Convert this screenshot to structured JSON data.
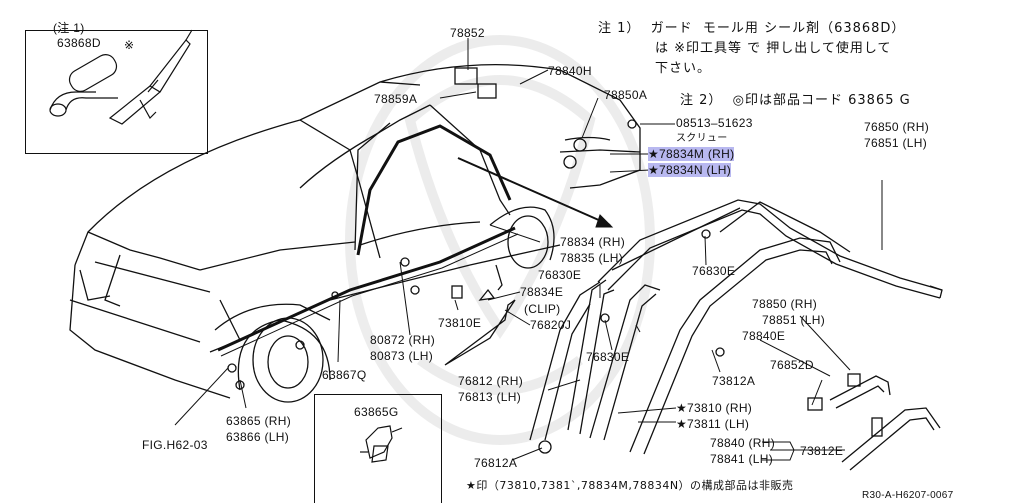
{
  "notes": {
    "note1_line1": "注 1）  ガード  モール用 シール剤（63868D）",
    "note1_line2": "は ※印工具等 で 押し出して使用して",
    "note1_line3": "下さい。",
    "note2": "注 2）  ◎印は部品コード 63865 G",
    "footer": "★印（73810,7381`,78834M,78834N）の構成部品は非販売",
    "ref_code": "R30-A-H6207-0067"
  },
  "inset": {
    "note_label": "(注 1)",
    "part_63868D": "63868D",
    "tool_mark": "※"
  },
  "parts": {
    "p78852": "78852",
    "p78840H": "78840H",
    "p78859A": "78859A",
    "p78850A": "78850A",
    "p08513": "08513–51623",
    "screw": "スクリュー",
    "p78834M": "★78834M (RH)",
    "p78834N": "★78834N (LH)",
    "p76850": "76850 (RH)",
    "p76851": "76851 (LH)",
    "p78834": "78834 (RH)",
    "p78835": "78835 (LH)",
    "p76830E_a": "76830E",
    "p76830E_b": "76830E",
    "p76830E_c": "76830E",
    "p78834E": "78834E",
    "clip": "(CLIP)",
    "p76820J": "76820J",
    "p73810E": "73810E",
    "p80872": "80872 (RH)",
    "p80873": "80873 (LH)",
    "p63867Q": "63867Q",
    "p76812": "76812 (RH)",
    "p76813": "76813 (LH)",
    "p73812A": "73812A",
    "p78850": "78850 (RH)",
    "p78851": "78851 (LH)",
    "p78840E": "78840E",
    "p76852D": "76852D",
    "p73810": "★73810 (RH)",
    "p73811": "★73811 (LH)",
    "p78840": "78840 (RH)",
    "p78841": "78841 (LH)",
    "p73812E": "73812E",
    "p76812A": "76812A",
    "p63865": "63865 (RH)",
    "p63866": "63866 (LH)",
    "p63865G": "63865G",
    "fig": "FIG.H62-03"
  }
}
